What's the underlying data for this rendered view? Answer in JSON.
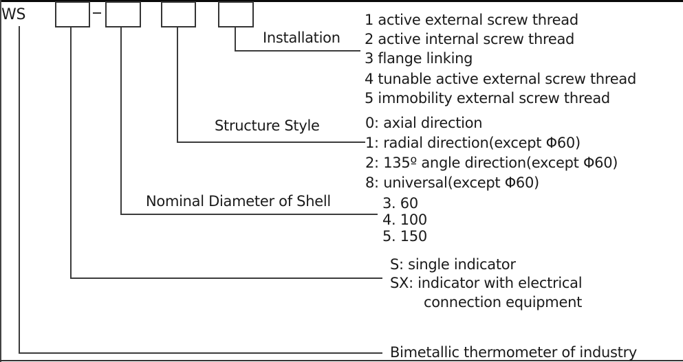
{
  "diagram": {
    "prefix": "WS",
    "separator": "-",
    "fields": [
      {
        "name": "Installation",
        "options": [
          "1 active external screw thread",
          "2 active internal screw thread",
          "3 flange linking",
          "4 tunable active external screw thread",
          "5 immobility external screw thread"
        ]
      },
      {
        "name": "Structure Style",
        "options": [
          "0: axial direction",
          "1: radial direction(except Φ60)",
          "2: 135º angle direction(except Φ60)",
          "8: universal(except Φ60)"
        ]
      },
      {
        "name": "Nominal Diameter of Shell",
        "options": [
          "3. 60",
          "4. 100",
          "5. 150"
        ]
      },
      {
        "name": "",
        "options": [
          "S: single indicator",
          "SX: indicator with electrical",
          "connection equipment"
        ]
      },
      {
        "name": "",
        "options": [
          "Bimetallic thermometer of industry"
        ]
      }
    ]
  }
}
